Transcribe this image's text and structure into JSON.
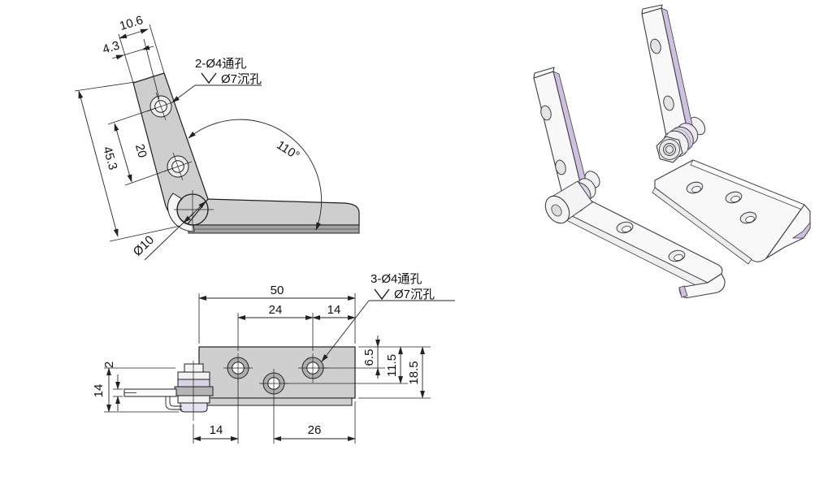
{
  "drawing": {
    "side_view": {
      "arm_width": "10.6",
      "edge_to_hole": "4.3",
      "arm_length": "45.3",
      "hole_pitch": "20",
      "open_angle": "110°",
      "knuckle_dia": "Ø10",
      "note_line1": "2-Ø4通孔",
      "note_line2": "Ø7沉孔"
    },
    "top_view": {
      "plate_length": "50",
      "hole_span": "24",
      "hole_to_end": "14",
      "top_row_offset": "6.5",
      "mid_hole_offset": "11.5",
      "plate_width": "18.5",
      "leaf_thickness": "2",
      "knuckle_stack_height": "14",
      "pin_to_first_hole": "14",
      "mid_hole_to_end": "26",
      "note_line1": "3-Ø4通孔",
      "note_line2": "Ø7沉孔"
    },
    "colors": {
      "part_fill": "#cecece",
      "edge_accent": "#cfc0dd",
      "line": "#222222",
      "background": "#ffffff"
    }
  }
}
